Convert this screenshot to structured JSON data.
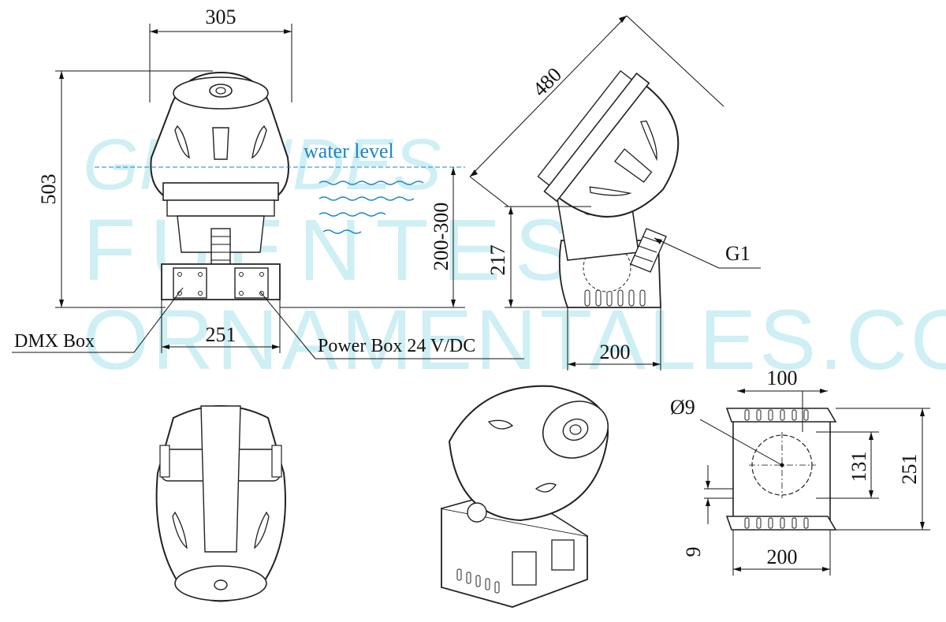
{
  "watermark": {
    "line1": "GRANDES",
    "line2": "FUENTES",
    "line3": "ORNAMENTALES.COM",
    "color": "#c9eef3"
  },
  "front_view": {
    "width_label": "305",
    "height_label": "503",
    "base_width_label": "251",
    "water_level_label": "water level",
    "depth_label": "200-300",
    "dmx_box_label": "DMX Box",
    "power_box_label": "Power Box 24 V/DC"
  },
  "side_view": {
    "length_label": "480",
    "height_label": "217",
    "base_width_label": "200",
    "thread_label": "G1"
  },
  "base_plate_view": {
    "width_top_label": "100",
    "hole_label": "Ø9",
    "slot_label": "131",
    "depth_label": "251",
    "offset_label": "9",
    "width_bottom_label": "200"
  },
  "colors": {
    "line": "#111111",
    "water": "#1a86c8",
    "watermark": "#c9eef3"
  }
}
